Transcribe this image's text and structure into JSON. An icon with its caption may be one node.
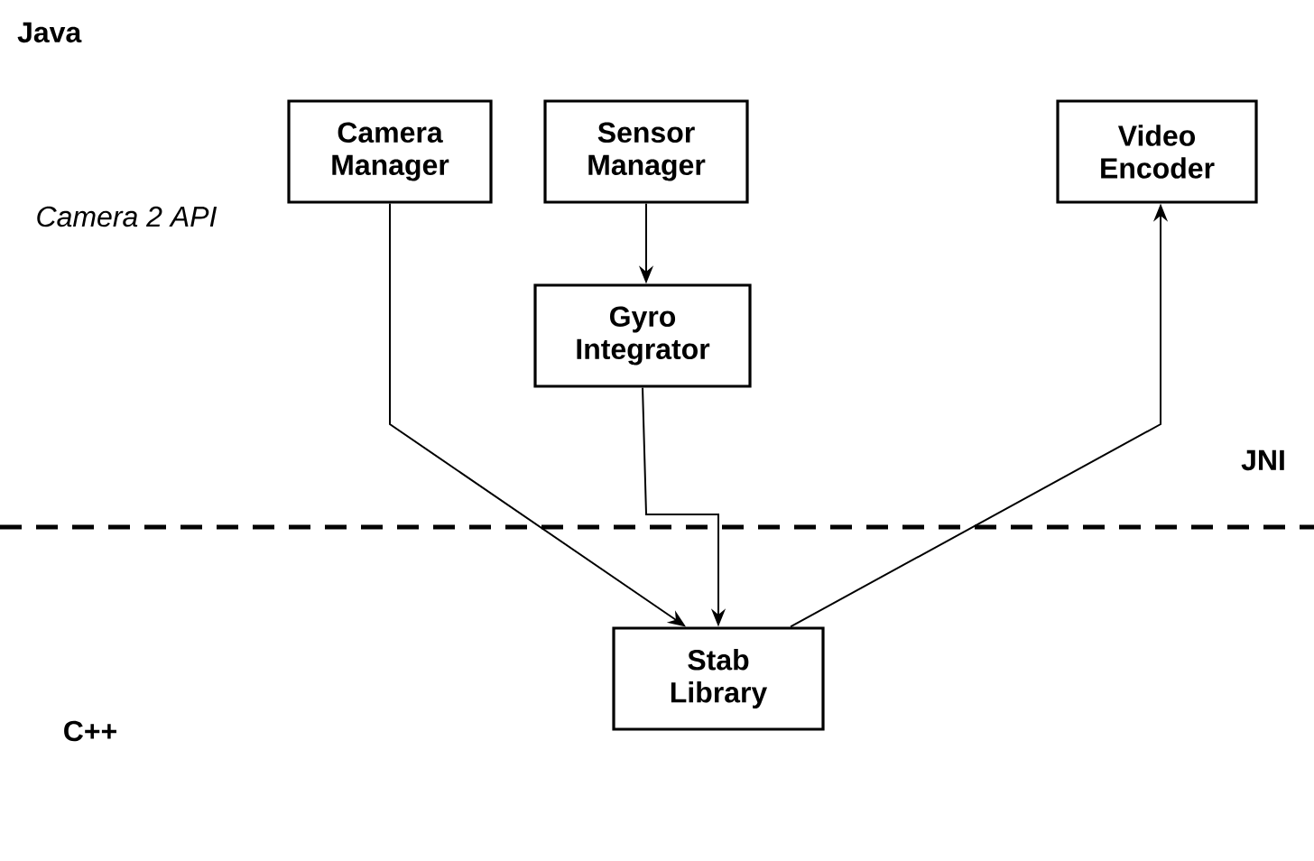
{
  "diagram": {
    "nodes": [
      {
        "text": [
          "Camera Manager"
        ]
      },
      {
        "text": [
          "Sensor Manager"
        ]
      },
      {
        "text": [
          "Video Encoder"
        ]
      },
      {
        "text": [
          "Gyro Integrator"
        ]
      },
      {
        "text": [
          "Stab Library"
        ]
      }
    ],
    "edges": [
      {
        "from": 0,
        "to": 4,
        "arrow": "to"
      },
      {
        "from": 1,
        "to": 3,
        "arrow": "to"
      },
      {
        "from": 3,
        "to": 4,
        "arrow": "to"
      },
      {
        "from": 4,
        "to": 2,
        "arrow": "to"
      }
    ],
    "labels": [
      "Java",
      "Camera 2 API",
      "JNI",
      "C++"
    ]
  }
}
